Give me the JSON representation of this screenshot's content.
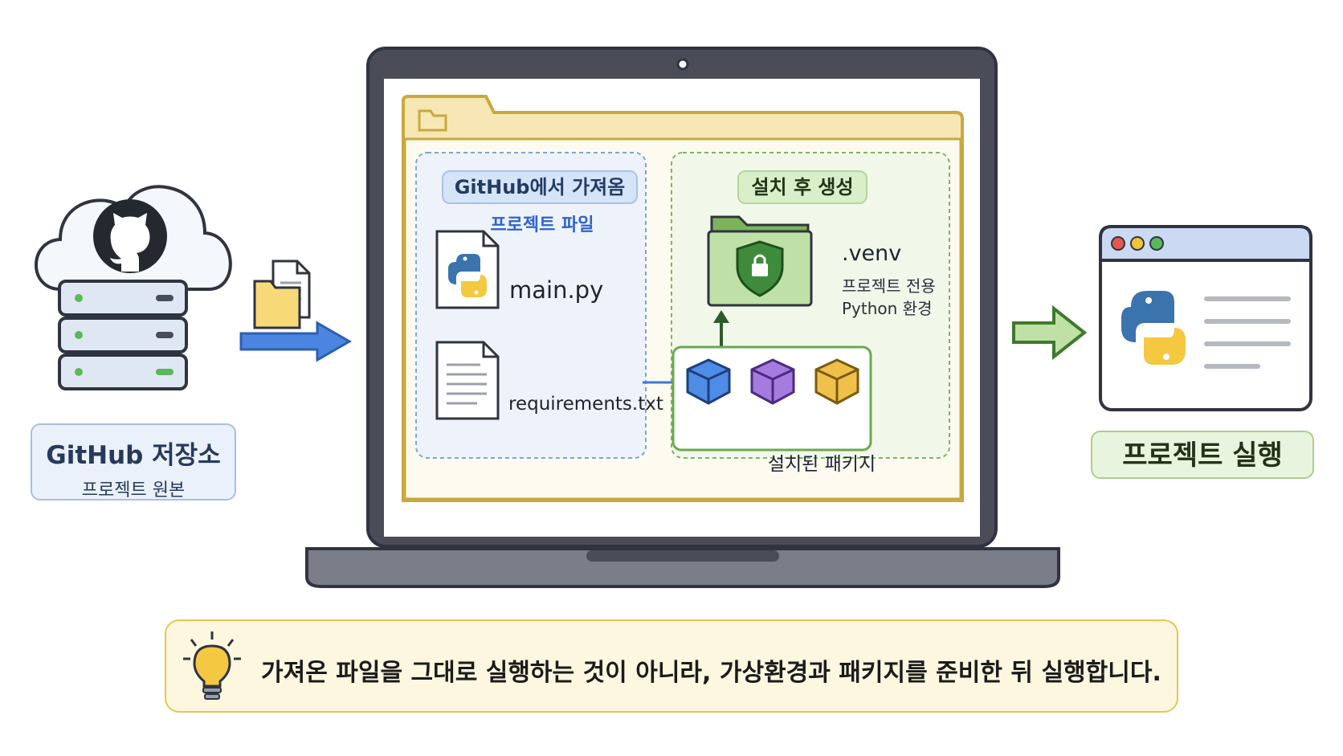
{
  "github": {
    "title": "GitHub 저장소",
    "subtitle": "프로젝트 원본",
    "icon": "github-octocat-icon",
    "server_icon": "server-stack-icon"
  },
  "transfer": {
    "icon": "folder-with-document-icon"
  },
  "laptop": {
    "source_section": {
      "badge": "GitHub에서 가져옴",
      "subtitle": "프로젝트 파일",
      "files": [
        {
          "name": "main.py",
          "icon": "python-file-icon"
        },
        {
          "name": "requirements.txt",
          "icon": "text-file-icon"
        }
      ]
    },
    "generated_section": {
      "badge": "설치 후 생성",
      "venv": {
        "name": ".venv",
        "desc_line1": "프로젝트 전용",
        "desc_line2": "Python 환경",
        "icon": "locked-folder-icon"
      },
      "packages": {
        "label": "설치된 패키지",
        "icons": [
          "blue-package-cube-icon",
          "purple-package-cube-icon",
          "yellow-package-cube-icon"
        ]
      }
    }
  },
  "run": {
    "title": "프로젝트 실행",
    "icon": "python-app-window-icon"
  },
  "tip": {
    "text": "가져온 파일을 그대로 실행하는 것이 아니라, 가상환경과 패키지를 준비한 뒤 실행합니다.",
    "icon": "lightbulb-icon"
  },
  "colors": {
    "accent_blue": "#3d7ad9",
    "accent_green": "#6aa84f",
    "folder_yellow": "#f7e7b4",
    "laptop_dark": "#4a4d57",
    "python_blue": "#3b73ad",
    "python_yellow": "#f5c842"
  }
}
